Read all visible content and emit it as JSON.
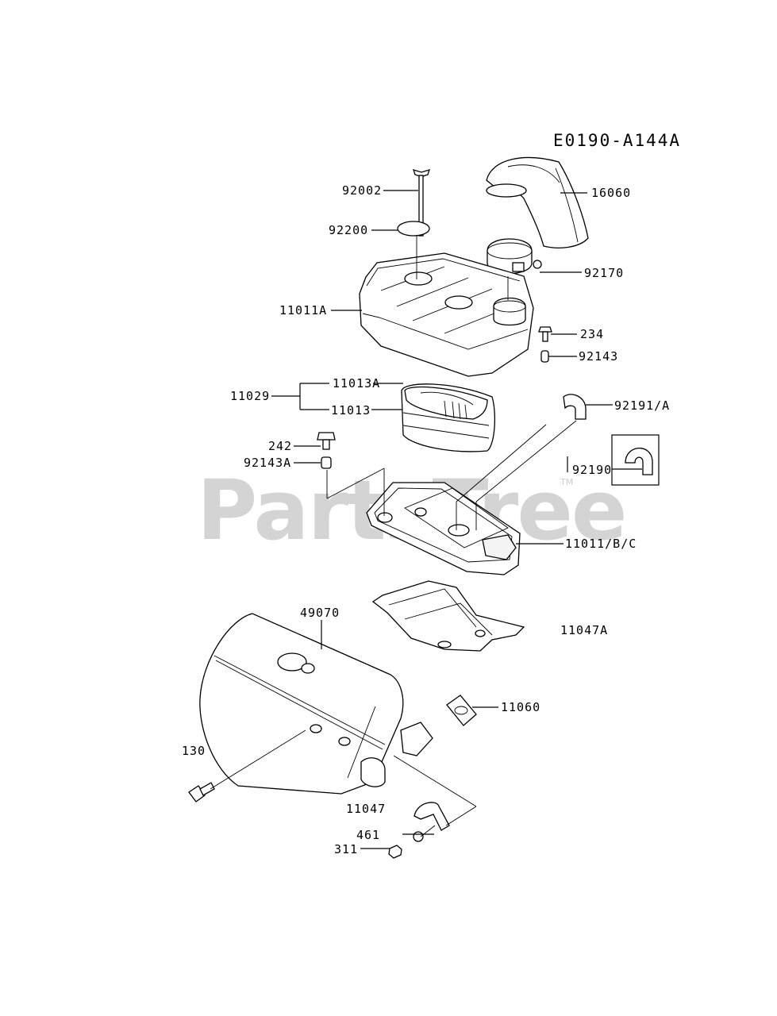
{
  "diagram_code": "E0190-A144A",
  "watermark": "PartsTree",
  "watermark_mark": "TM",
  "callouts": {
    "p92002": "92002",
    "p16060": "16060",
    "p92200": "92200",
    "p92170": "92170",
    "p11011A": "11011A",
    "p234": "234",
    "p92143": "92143",
    "p11013A": "11013A",
    "p11029": "11029",
    "p11013": "11013",
    "p92191A": "92191/A",
    "p242": "242",
    "p92143A": "92143A",
    "p92190": "92190",
    "p11011BC": "11011/B/C",
    "p49070": "49070",
    "p11047A": "11047A",
    "p11060": "11060",
    "p130": "130",
    "p11047": "11047",
    "p461": "461",
    "p311": "311"
  }
}
